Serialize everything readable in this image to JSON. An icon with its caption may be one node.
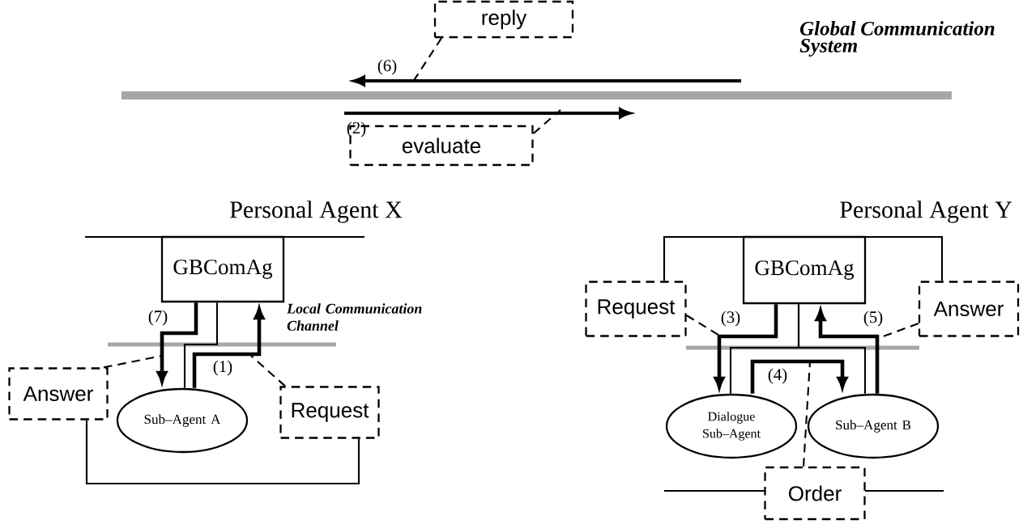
{
  "diagram": {
    "nodes": [
      {
        "text": [
          "reply"
        ]
      },
      {
        "text": [
          "evaluate"
        ]
      },
      {
        "text": [
          "GBComAg"
        ]
      },
      {
        "text": [
          "Answer"
        ]
      },
      {
        "text": [
          "Sub–Agent A"
        ]
      },
      {
        "text": [
          "Request"
        ]
      },
      {
        "text": [
          "GBComAg"
        ]
      },
      {
        "text": [
          "Request"
        ]
      },
      {
        "text": [
          "Answer"
        ]
      },
      {
        "text": [
          "Dialogue Sub–Agent"
        ]
      },
      {
        "text": [
          "Sub–Agent B"
        ]
      },
      {
        "text": [
          "Order"
        ]
      }
    ],
    "edges": [
      {
        "from": 4,
        "to": 2,
        "arrow": "to",
        "label": "(1)",
        "style": "thick"
      },
      {
        "from": 2,
        "to": 4,
        "arrow": "to",
        "label": "(7)",
        "style": "thick"
      },
      {
        "from": 6,
        "to": 9,
        "arrow": "to",
        "label": "(3)",
        "style": "thick"
      },
      {
        "from": 9,
        "to": 10,
        "arrow": "to",
        "label": "(4)",
        "style": "thick"
      },
      {
        "from": 10,
        "to": 6,
        "arrow": "to",
        "label": "(5)",
        "style": "thick"
      },
      {
        "from": 2,
        "to": 4,
        "arrow": "none"
      },
      {
        "from": 3,
        "to": 5,
        "arrow": "none"
      },
      {
        "from": 6,
        "to": 9,
        "arrow": "none"
      },
      {
        "from": 6,
        "to": 10,
        "arrow": "none"
      },
      {
        "from": 7,
        "to": 8,
        "arrow": "none"
      },
      {
        "from": 0,
        "to": null,
        "arrow": "none",
        "style": "dashed"
      },
      {
        "from": 1,
        "to": null,
        "arrow": "none",
        "style": "dashed"
      },
      {
        "from": 3,
        "to": null,
        "arrow": "none",
        "style": "dashed"
      },
      {
        "from": 5,
        "to": null,
        "arrow": "none",
        "style": "dashed"
      },
      {
        "from": 7,
        "to": null,
        "arrow": "none",
        "style": "dashed"
      },
      {
        "from": 8,
        "to": null,
        "arrow": "none",
        "style": "dashed"
      },
      {
        "from": 11,
        "to": null,
        "arrow": "none",
        "style": "dashed"
      }
    ],
    "labels": [
      "Global Communication System",
      "(6)",
      "(2)",
      "Personal Agent X",
      "Local Communication Channel",
      "Personal Agent Y"
    ]
  }
}
